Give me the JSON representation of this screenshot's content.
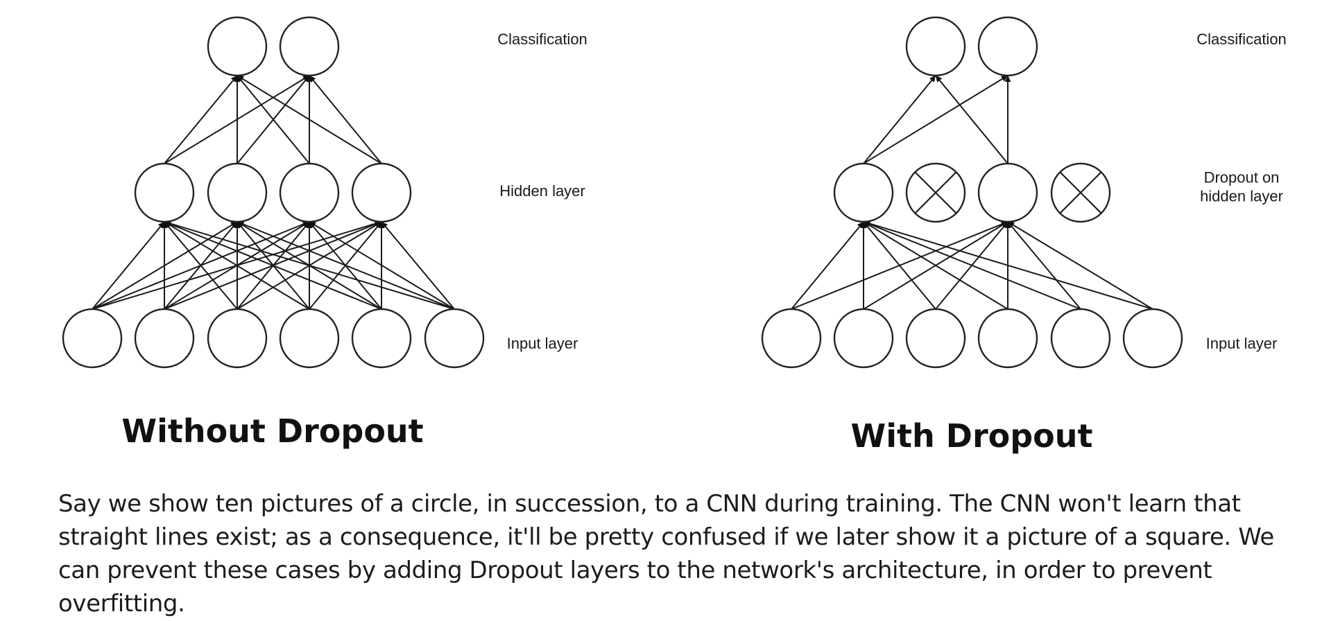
{
  "panels": [
    {
      "id": "without",
      "caption": "Without Dropout",
      "layers": [
        {
          "label_lines": [
            "Classification"
          ],
          "nodes": 2
        },
        {
          "label_lines": [
            "Hidden layer"
          ],
          "nodes": 4,
          "dropped": []
        },
        {
          "label_lines": [
            "Input layer"
          ],
          "nodes": 6
        }
      ]
    },
    {
      "id": "with",
      "caption": "With Dropout",
      "layers": [
        {
          "label_lines": [
            "Classification"
          ],
          "nodes": 2
        },
        {
          "label_lines": [
            "Dropout on",
            "hidden layer"
          ],
          "nodes": 4,
          "dropped": [
            1,
            3
          ]
        },
        {
          "label_lines": [
            "Input layer"
          ],
          "nodes": 6
        }
      ]
    }
  ],
  "paragraph": "Say we show ten pictures of a circle, in succession, to a CNN during training. The CNN won't learn that straight lines exist; as a consequence, it'll be pretty confused if we later show it a picture of a square. We can prevent these cases by adding Dropout layers to the network's architecture, in order to prevent overfitting."
}
